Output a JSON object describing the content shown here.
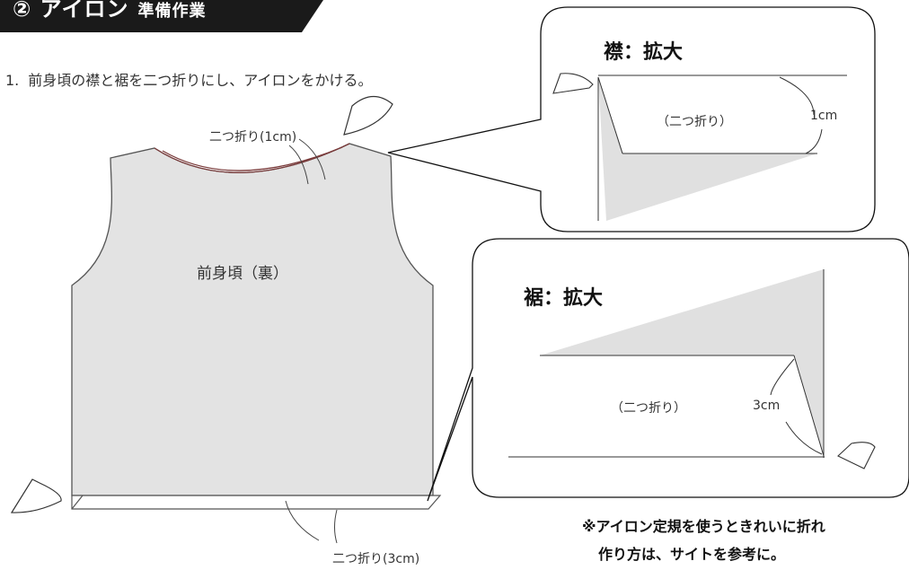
{
  "header": {
    "title": "② アイロン",
    "subtitle": "準備作業"
  },
  "instruction": {
    "number": "1.",
    "text": "前身頃の襟と裾を二つ折りにし、アイロンをかける。"
  },
  "garment": {
    "body_label": "前身頃（裏）",
    "neck_fold_label": "二つ折り(1cm)",
    "hem_fold_label": "二つ折り(3cm)"
  },
  "collar_zoom": {
    "title": "襟：拡大",
    "fold_label": "（二つ折り）",
    "measure": "1cm"
  },
  "hem_zoom": {
    "title": "裾：拡大",
    "fold_label": "（二つ折り）",
    "measure": "3cm"
  },
  "note": {
    "line1": "※アイロン定規を使うときれいに折れ",
    "line2": "作り方は、サイトを参考に。"
  },
  "colors": {
    "banner": "#1a1a1a",
    "fabric": "#e3e3e3",
    "neck_binding": "#7a3b3b",
    "outline": "#555555"
  },
  "icons": [
    "iron-icon"
  ]
}
